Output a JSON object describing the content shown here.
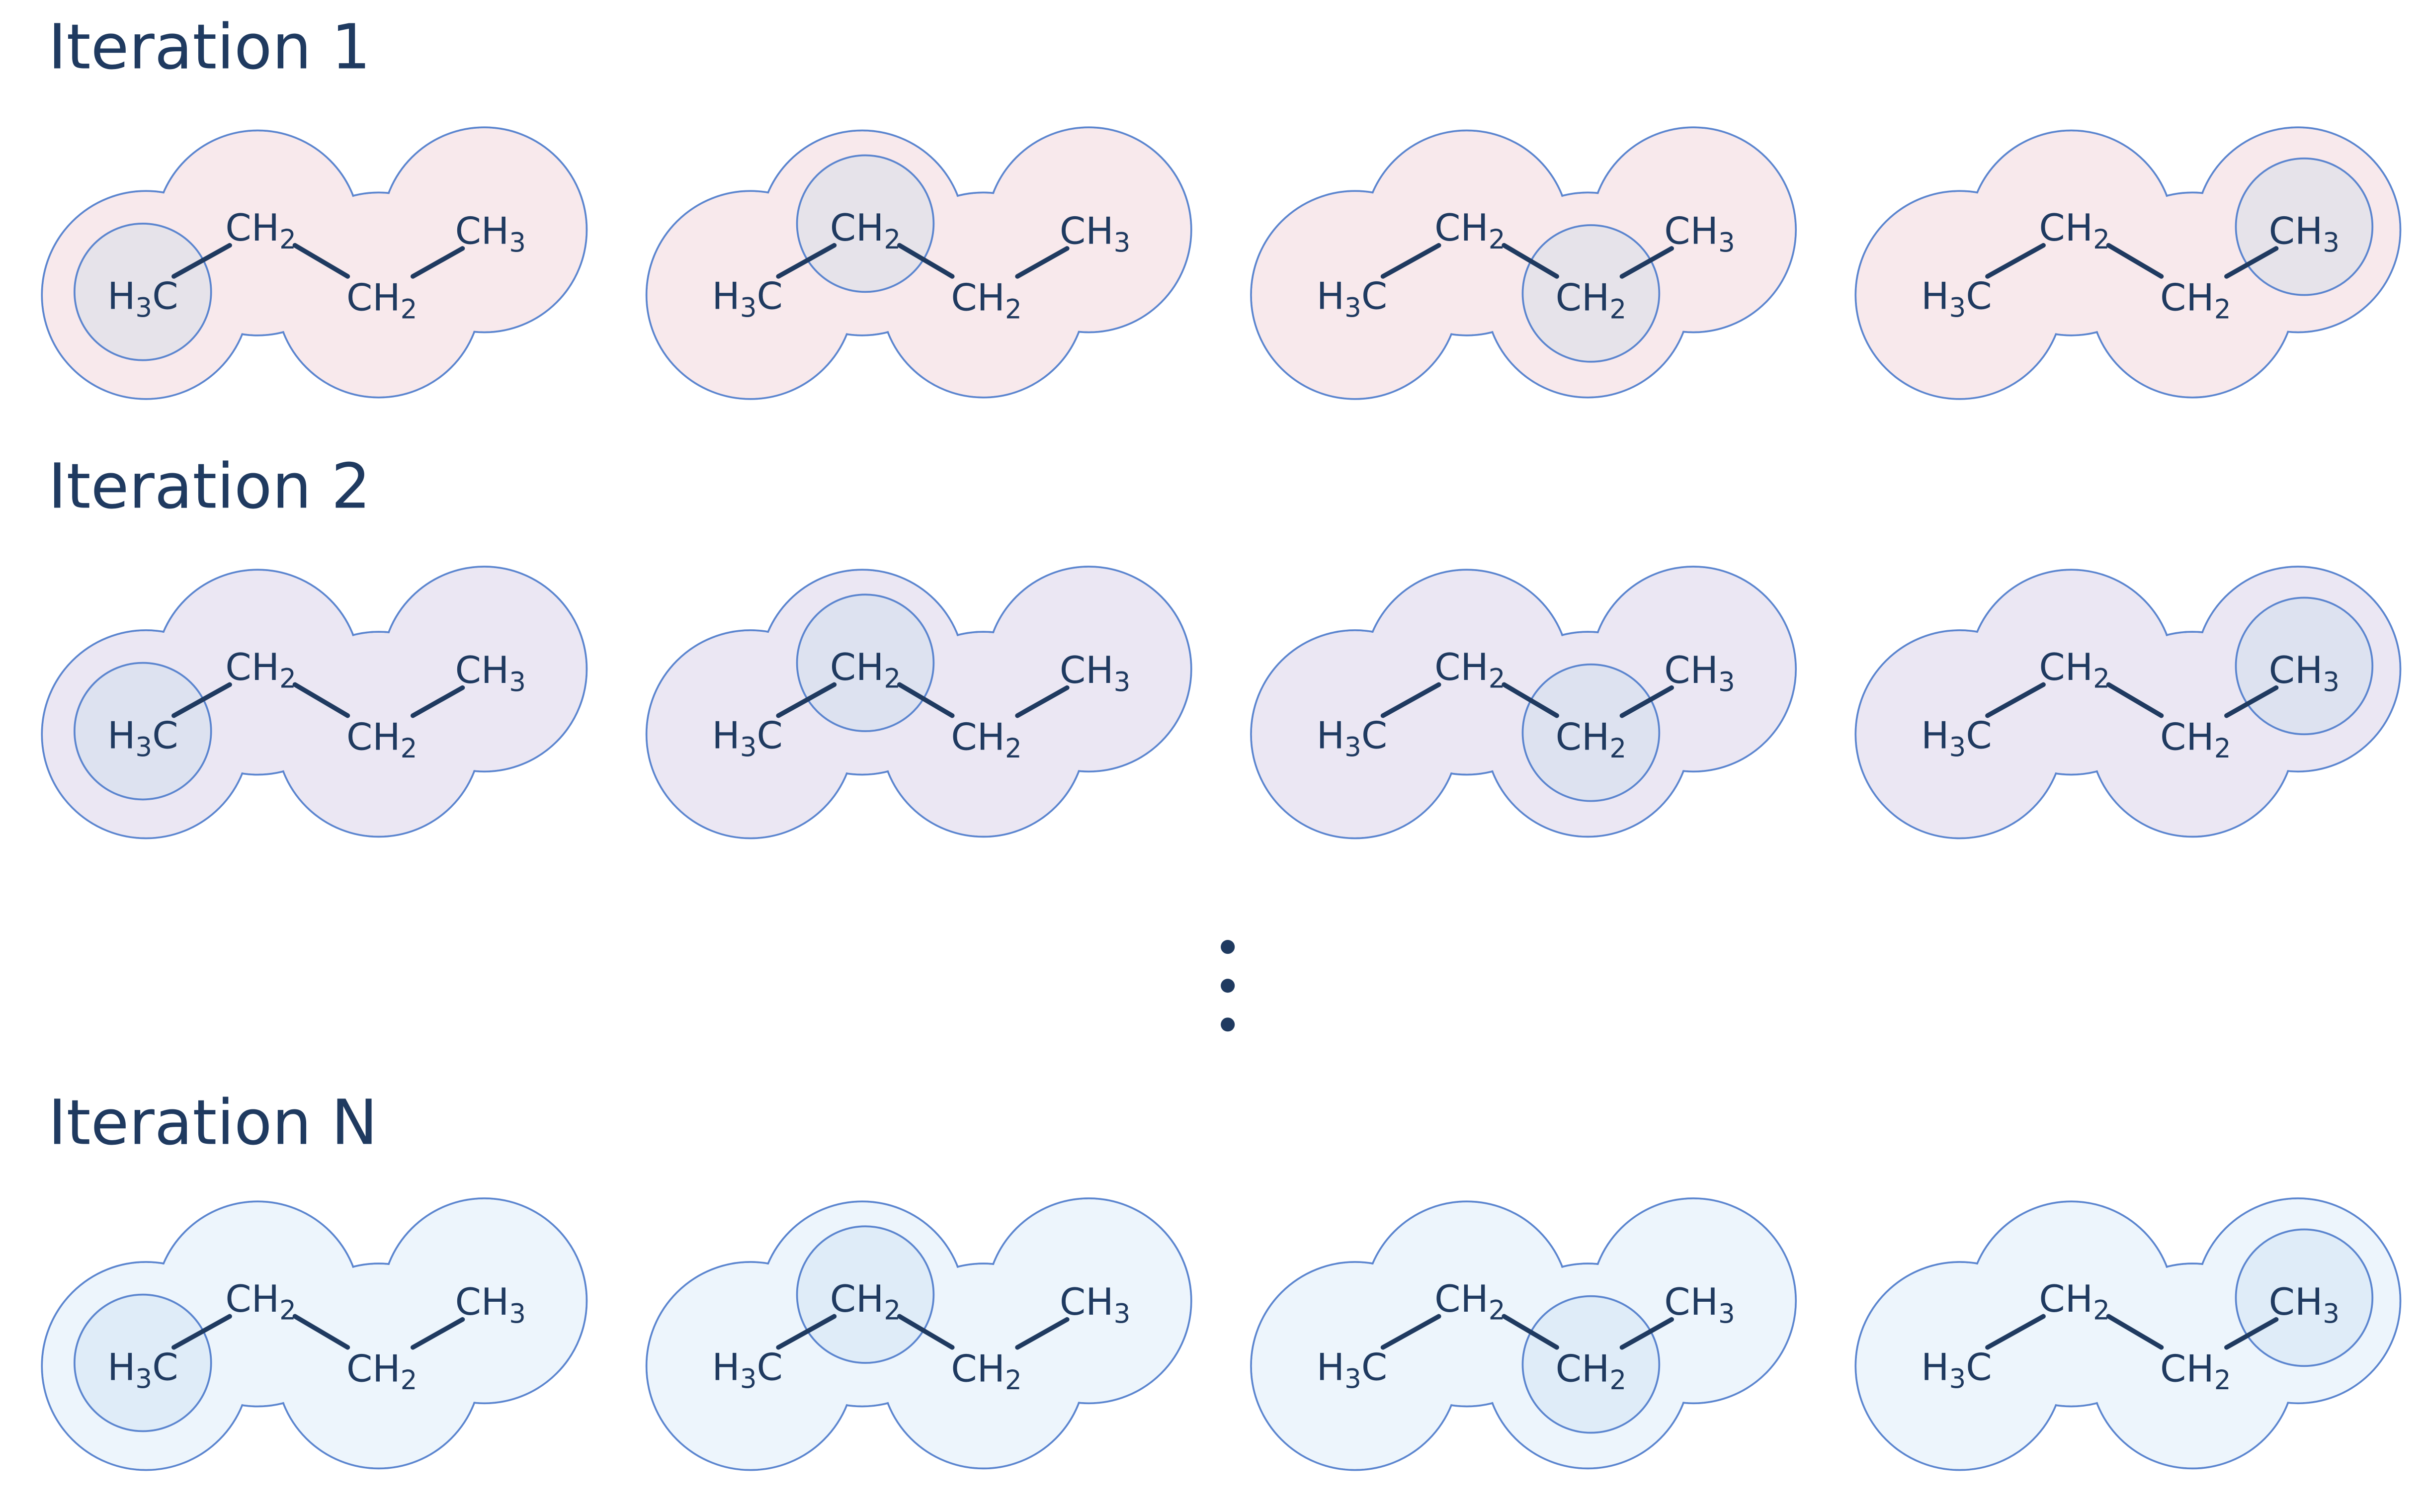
{
  "diagram": {
    "rows": [
      {
        "title": "Iteration 1",
        "cloud_fill": "#f8e9ec",
        "focus_fill": "#e6e3ea"
      },
      {
        "title": "Iteration 2",
        "cloud_fill": "#ebe7f3",
        "focus_fill": "#dde2f0"
      },
      {
        "title": "Iteration N",
        "cloud_fill": "#edf5fc",
        "focus_fill": "#dfecf8"
      }
    ],
    "molecule": {
      "atoms": [
        {
          "label": "H3C",
          "main1": "H",
          "sub": "3",
          "main2": "C"
        },
        {
          "label": "CH2",
          "main1": "CH",
          "sub": "2",
          "main2": ""
        },
        {
          "label": "CH2",
          "main1": "CH",
          "sub": "2",
          "main2": ""
        },
        {
          "label": "CH3",
          "main1": "CH",
          "sub": "3",
          "main2": ""
        }
      ],
      "focus_atom_per_panel": [
        0,
        1,
        2,
        3
      ]
    },
    "ellipsis": "⋮",
    "colors": {
      "text": "#1f3a60",
      "outline": "#5b85cf"
    }
  }
}
